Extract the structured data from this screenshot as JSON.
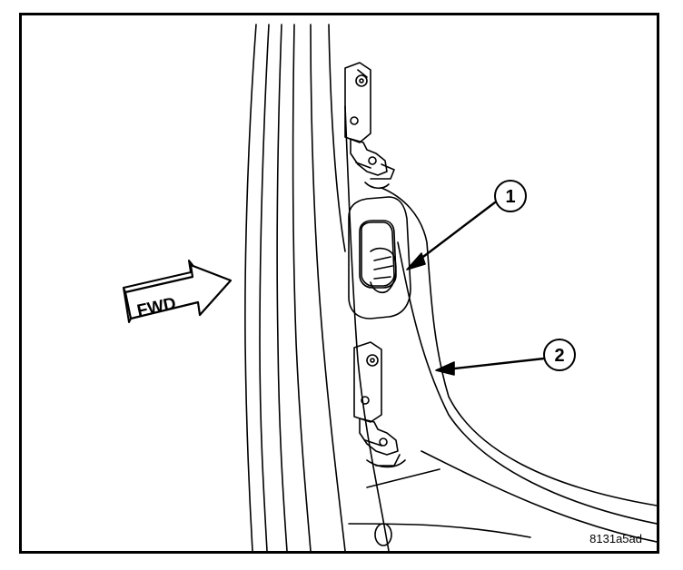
{
  "fwd_label": "FWD",
  "callouts": [
    {
      "number": "1"
    },
    {
      "number": "2"
    }
  ],
  "reference_code": "8131a5ad",
  "colors": {
    "line": "#000000",
    "background": "#ffffff"
  }
}
